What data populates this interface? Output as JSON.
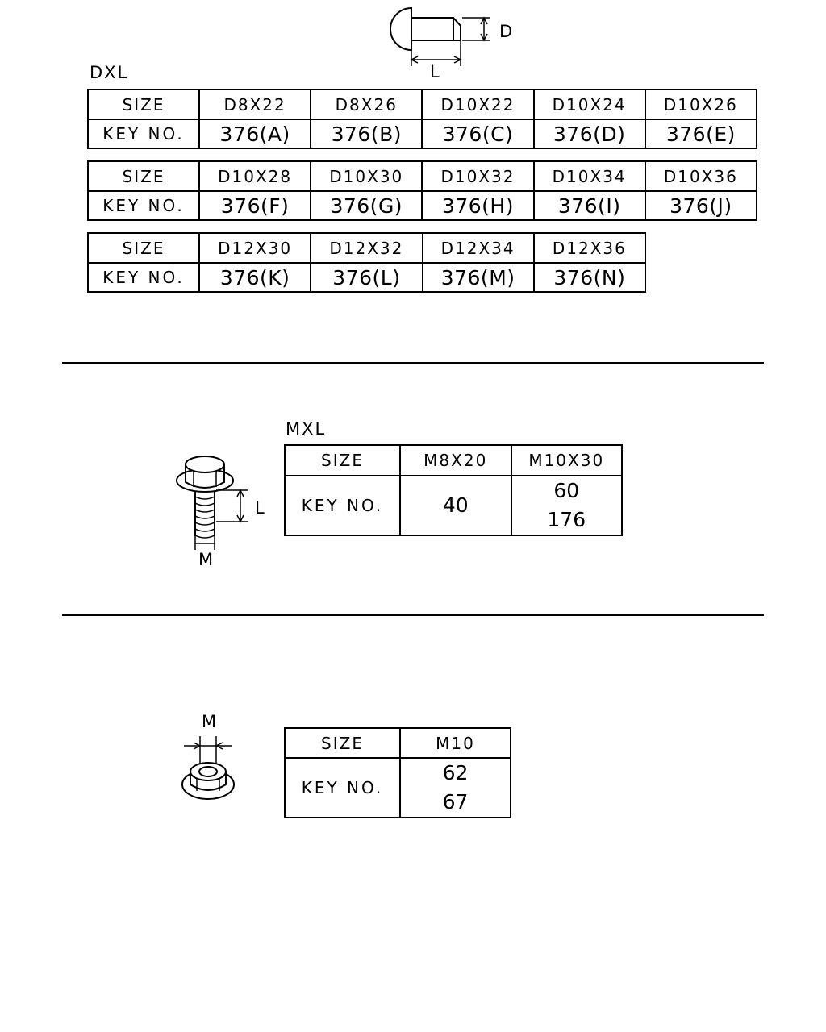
{
  "dxl": {
    "title": "DXL",
    "drawing": {
      "dim_d": "D",
      "dim_l": "L"
    },
    "rows": [
      {
        "size_label": "SIZE",
        "key_label": "KEY NO.",
        "sizes": [
          "D8X22",
          "D8X26",
          "D10X22",
          "D10X24",
          "D10X26"
        ],
        "keys": [
          "376(A)",
          "376(B)",
          "376(C)",
          "376(D)",
          "376(E)"
        ]
      },
      {
        "size_label": "SIZE",
        "key_label": "KEY NO.",
        "sizes": [
          "D10X28",
          "D10X30",
          "D10X32",
          "D10X34",
          "D10X36"
        ],
        "keys": [
          "376(F)",
          "376(G)",
          "376(H)",
          "376(I)",
          "376(J)"
        ]
      },
      {
        "size_label": "SIZE",
        "key_label": "KEY NO.",
        "sizes": [
          "D12X30",
          "D12X32",
          "D12X34",
          "D12X36"
        ],
        "keys": [
          "376(K)",
          "376(L)",
          "376(M)",
          "376(N)"
        ]
      }
    ]
  },
  "mxl": {
    "title": "MXL",
    "drawing": {
      "dim_l": "L",
      "dim_m": "M"
    },
    "size_label": "SIZE",
    "key_label": "KEY NO.",
    "columns": [
      {
        "size": "M8X20",
        "keys": [
          "40"
        ]
      },
      {
        "size": "M10X30",
        "keys": [
          "60",
          "176"
        ]
      }
    ]
  },
  "nut": {
    "drawing": {
      "dim_m": "M"
    },
    "size_label": "SIZE",
    "key_label": "KEY NO.",
    "columns": [
      {
        "size": "M10",
        "keys": [
          "62",
          "67"
        ]
      }
    ]
  }
}
